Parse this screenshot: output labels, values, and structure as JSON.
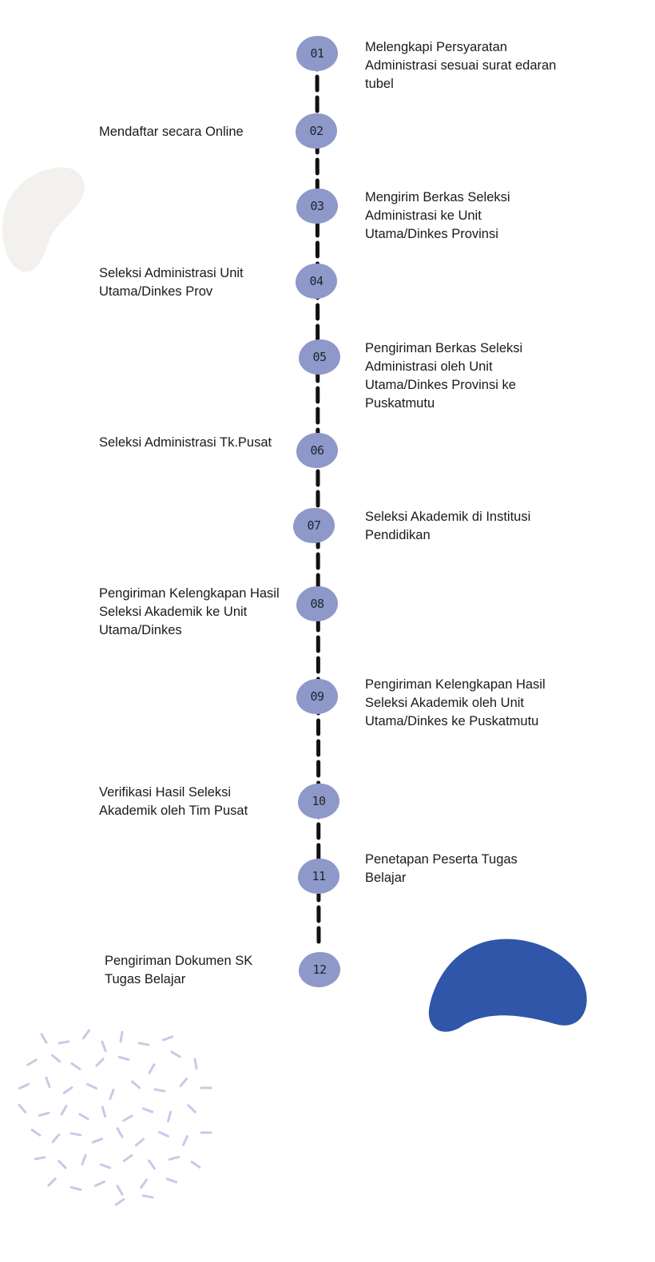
{
  "steps": [
    {
      "num": "01",
      "text": "Melengkapi Persyaratan Administrasi sesuai surat edaran tubel"
    },
    {
      "num": "02",
      "text": "Mendaftar secara Online"
    },
    {
      "num": "03",
      "text": "Mengirim Berkas Seleksi Administrasi ke Unit Utama/Dinkes Provinsi"
    },
    {
      "num": "04",
      "text": "Seleksi Administrasi Unit Utama/Dinkes Prov"
    },
    {
      "num": "05",
      "text": "Pengiriman Berkas Seleksi Administrasi oleh Unit Utama/Dinkes Provinsi ke Puskatmutu"
    },
    {
      "num": "06",
      "text": "Seleksi Administrasi Tk.Pusat"
    },
    {
      "num": "07",
      "text": "Seleksi Akademik di Institusi Pendidikan"
    },
    {
      "num": "08",
      "text": "Pengiriman Kelengkapan Hasil Seleksi Akademik ke Unit Utama/Dinkes"
    },
    {
      "num": "09",
      "text": "Pengiriman Kelengkapan Hasil Seleksi Akademik oleh Unit Utama/Dinkes ke Puskatmutu"
    },
    {
      "num": "10",
      "text": "Verifikasi Hasil Seleksi Akademik oleh Tim Pusat"
    },
    {
      "num": "11",
      "text": "Penetapan Peserta Tugas Belajar"
    },
    {
      "num": "12",
      "text": "Pengiriman Dokumen SK Tugas Belajar"
    }
  ],
  "colors": {
    "node": "#8e98c9",
    "timeline": "#111111",
    "blob_light": "#f3f1ee",
    "blob_blue": "#2f56a8",
    "confetti": "#c7cae6"
  }
}
